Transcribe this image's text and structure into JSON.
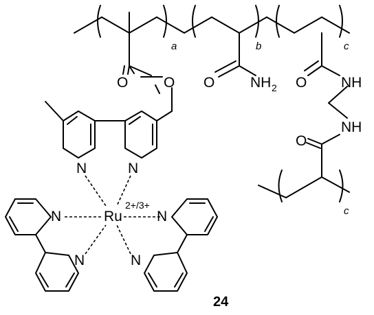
{
  "atoms": {
    "o_ester_carbonyl": "O",
    "o_ester_link": "O",
    "o_amide": "O",
    "nh2_n": "NH",
    "nh2_sub": "2",
    "o_bisamide_top": "O",
    "nh_top": "NH",
    "nh_mid": "NH",
    "o_bisamide_mid": "O",
    "n_bpy1_left": "N",
    "n_bpy1_right": "N",
    "n_bpy2_top": "N",
    "n_bpy2_bottom": "N",
    "n_bpy3_top": "N",
    "n_bpy3_bottom": "N",
    "metal": "Ru",
    "charge": "2+/3+"
  },
  "subscripts": {
    "a": "a",
    "b": "b",
    "c_top": "c",
    "c_bottom": "c"
  },
  "compound_number": "24"
}
